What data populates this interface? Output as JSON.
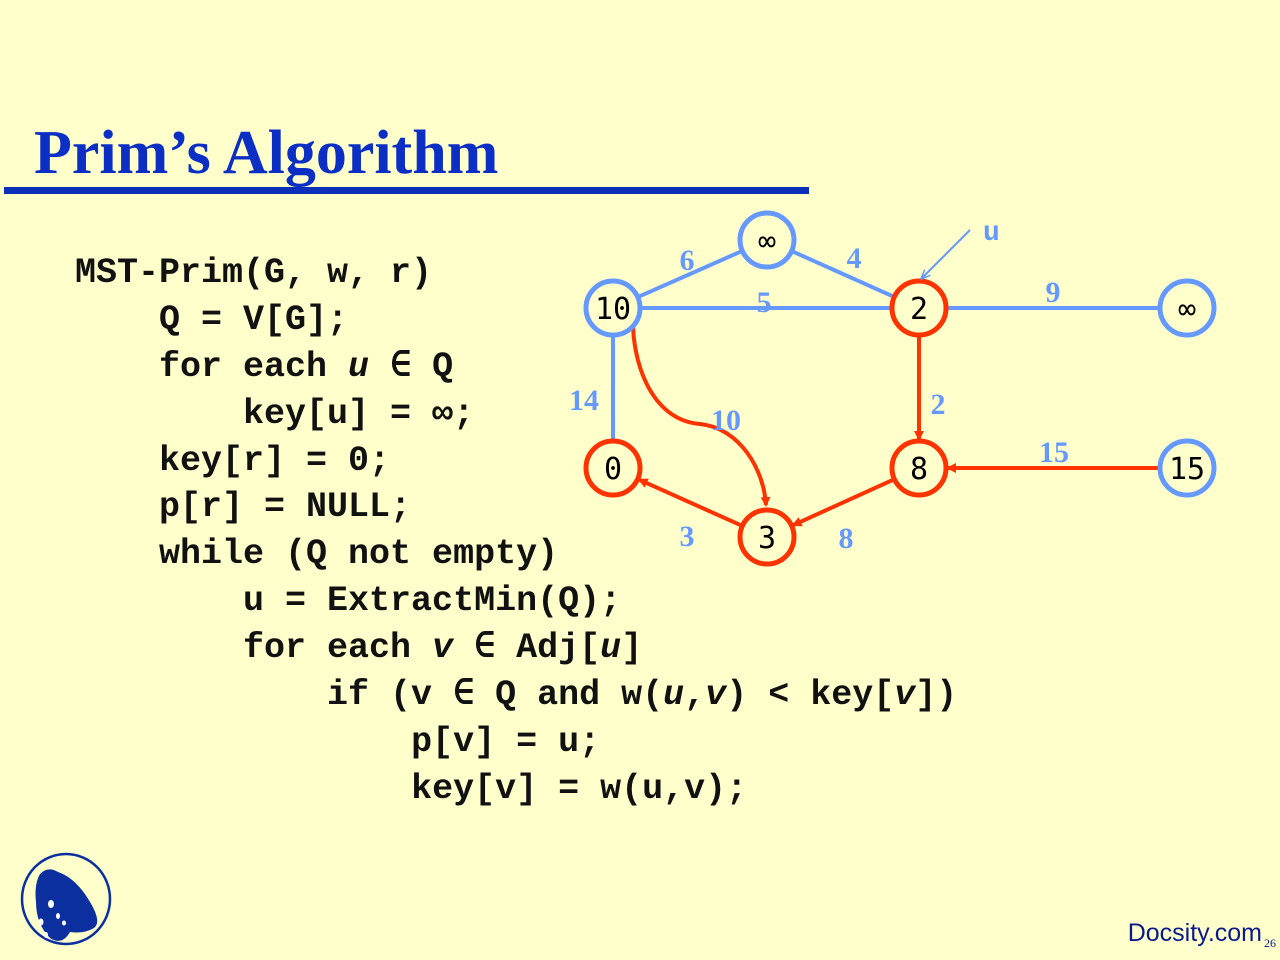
{
  "title": "Prim’s Algorithm",
  "code": [
    {
      "indent": 0,
      "segs": [
        {
          "t": "MST-Prim(G, w, r)"
        }
      ]
    },
    {
      "indent": 4,
      "segs": [
        {
          "t": "Q = V[G];"
        }
      ]
    },
    {
      "indent": 4,
      "segs": [
        {
          "t": "for each "
        },
        {
          "t": "u",
          "i": true
        },
        {
          "t": " ∈ Q"
        }
      ]
    },
    {
      "indent": 8,
      "segs": [
        {
          "t": "key[u] = ∞;"
        }
      ]
    },
    {
      "indent": 4,
      "segs": [
        {
          "t": "key[r] = 0;"
        }
      ]
    },
    {
      "indent": 4,
      "segs": [
        {
          "t": "p[r] = NULL;"
        }
      ]
    },
    {
      "indent": 4,
      "segs": [
        {
          "t": "while (Q not empty)"
        }
      ]
    },
    {
      "indent": 8,
      "segs": [
        {
          "t": "u = ExtractMin(Q);"
        }
      ]
    },
    {
      "indent": 8,
      "segs": [
        {
          "t": "for each "
        },
        {
          "t": "v",
          "i": true
        },
        {
          "t": " ∈ Adj["
        },
        {
          "t": "u",
          "i": true
        },
        {
          "t": "]"
        }
      ]
    },
    {
      "indent": 12,
      "segs": [
        {
          "t": "if (v ∈ Q and w("
        },
        {
          "t": "u",
          "i": true
        },
        {
          "t": ","
        },
        {
          "t": "v",
          "i": true
        },
        {
          "t": ") < key["
        },
        {
          "t": "v",
          "i": true
        },
        {
          "t": "])"
        }
      ]
    },
    {
      "indent": 16,
      "segs": [
        {
          "t": "p[v] = u;"
        }
      ]
    },
    {
      "indent": 16,
      "segs": [
        {
          "t": "key[v] = w(u,v);"
        }
      ]
    }
  ],
  "graph": {
    "colors": {
      "blue": "#6699ff",
      "red": "#ff3300"
    },
    "pointer_label": "u",
    "nodes": [
      {
        "id": "a",
        "key": "10",
        "state": "blue"
      },
      {
        "id": "b",
        "key": "∞",
        "state": "blue"
      },
      {
        "id": "c",
        "key": "2",
        "state": "red"
      },
      {
        "id": "d",
        "key": "∞",
        "state": "blue"
      },
      {
        "id": "e",
        "key": "0",
        "state": "red"
      },
      {
        "id": "f",
        "key": "3",
        "state": "red"
      },
      {
        "id": "g",
        "key": "8",
        "state": "red"
      },
      {
        "id": "h",
        "key": "15",
        "state": "blue"
      }
    ],
    "edges": [
      {
        "from": "a",
        "to": "b",
        "w": "6",
        "state": "blue"
      },
      {
        "from": "b",
        "to": "c",
        "w": "4",
        "state": "blue"
      },
      {
        "from": "a",
        "to": "c",
        "w": "5",
        "state": "blue"
      },
      {
        "from": "c",
        "to": "d",
        "w": "9",
        "state": "blue"
      },
      {
        "from": "a",
        "to": "e",
        "w": "14",
        "state": "blue"
      },
      {
        "from": "a",
        "to": "f",
        "w": "10",
        "state": "red"
      },
      {
        "from": "c",
        "to": "g",
        "w": "2",
        "state": "red"
      },
      {
        "from": "h",
        "to": "g",
        "w": "15",
        "state": "red"
      },
      {
        "from": "g",
        "to": "f",
        "w": "8",
        "state": "red"
      },
      {
        "from": "f",
        "to": "e",
        "w": "3",
        "state": "red"
      }
    ]
  },
  "footer": {
    "brand": "Docsity.com",
    "page": "26"
  }
}
